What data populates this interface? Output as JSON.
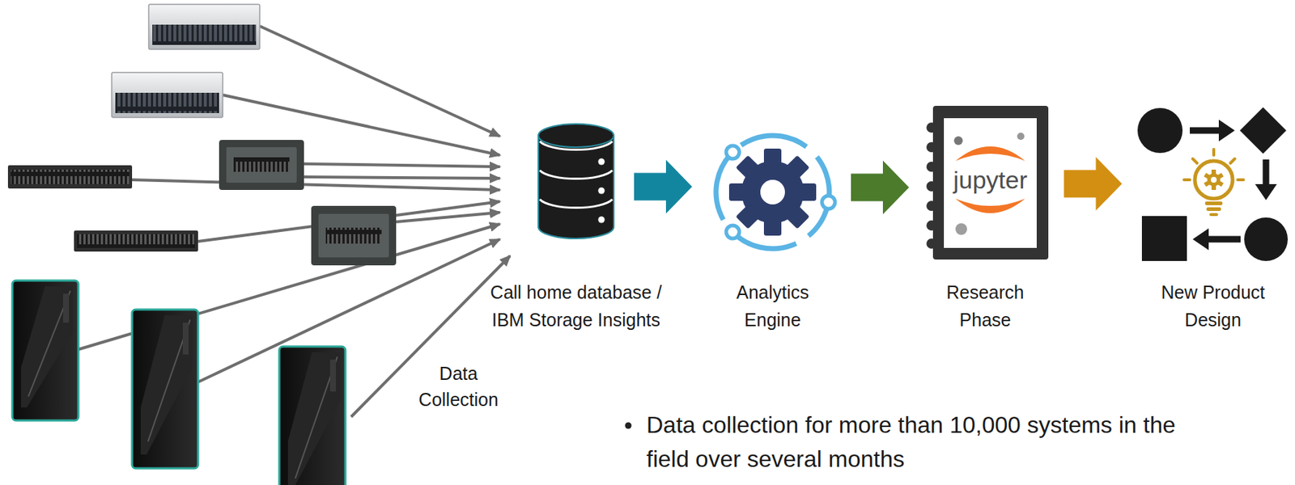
{
  "diagram": {
    "nodes": [
      {
        "text": [
          "Call home database / IBM Storage Insights"
        ]
      },
      {
        "text": [
          "Analytics Engine"
        ]
      },
      {
        "text": [
          "jupyter",
          "Research Phase"
        ]
      },
      {
        "text": [
          "New Product Design"
        ]
      }
    ],
    "edges": [
      {
        "from": 0,
        "to": 1,
        "arrow": "to"
      },
      {
        "from": 1,
        "to": 2,
        "arrow": "to"
      },
      {
        "from": 2,
        "to": 3,
        "arrow": "to"
      }
    ],
    "labels": [
      "Data Collection",
      "Data collection for more than 10,000 systems in the field over several months"
    ]
  }
}
